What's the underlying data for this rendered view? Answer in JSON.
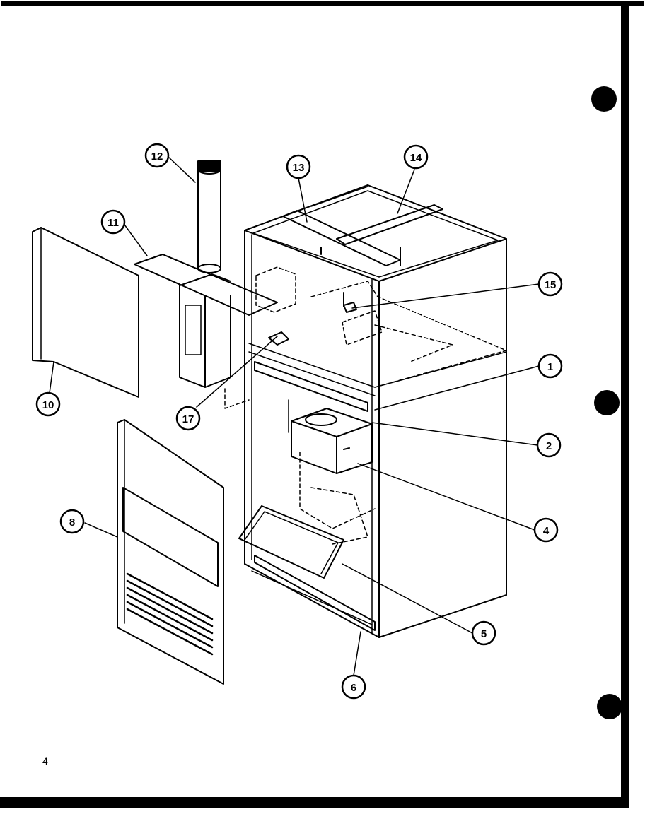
{
  "page_number": "4",
  "callouts": [
    {
      "id": "c1",
      "label": "1"
    },
    {
      "id": "c2",
      "label": "2"
    },
    {
      "id": "c4",
      "label": "4"
    },
    {
      "id": "c5",
      "label": "5"
    },
    {
      "id": "c6",
      "label": "6"
    },
    {
      "id": "c8",
      "label": "8"
    },
    {
      "id": "c10",
      "label": "10"
    },
    {
      "id": "c11",
      "label": "11"
    },
    {
      "id": "c12",
      "label": "12"
    },
    {
      "id": "c13",
      "label": "13"
    },
    {
      "id": "c14",
      "label": "14"
    },
    {
      "id": "c15",
      "label": "15"
    },
    {
      "id": "c17",
      "label": "17"
    }
  ],
  "colors": {
    "ink": "#000000",
    "paper": "#ffffff"
  }
}
